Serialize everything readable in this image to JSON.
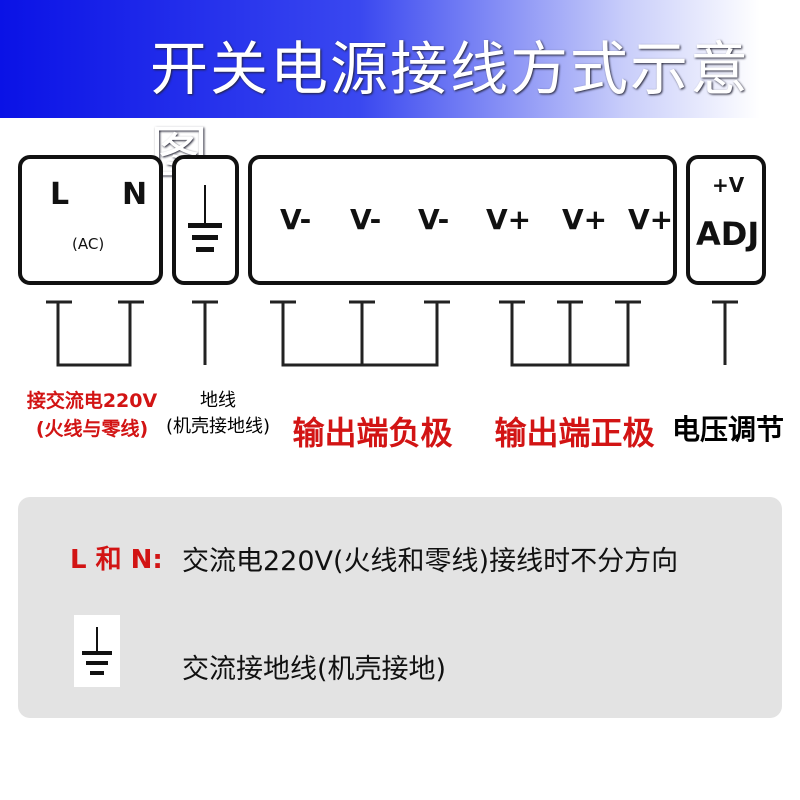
{
  "title": "开关电源接线方式示意图",
  "terminals": {
    "ac": {
      "l": "L",
      "n": "N",
      "sub": "(AC)"
    },
    "outputs": [
      "V-",
      "V-",
      "V-",
      "V+",
      "V+",
      "V+"
    ],
    "adj": {
      "top": "+V",
      "main": "ADJ"
    }
  },
  "labels": {
    "ac_line1": "接交流电220V",
    "ac_line2": "(火线与零线)",
    "ground_line1": "地线",
    "ground_line2": "(机壳接地线)",
    "neg": "输出端负极",
    "pos": "输出端正极",
    "adj": "电压调节"
  },
  "notes": {
    "ln_key": "L 和 N:",
    "ln_text": "交流电220V(火线和零线)接线时不分方向",
    "ground_text": "交流接地线(机壳接地)"
  },
  "colors": {
    "accent_red": "#d21414",
    "header_blue": "#0a12e6"
  }
}
